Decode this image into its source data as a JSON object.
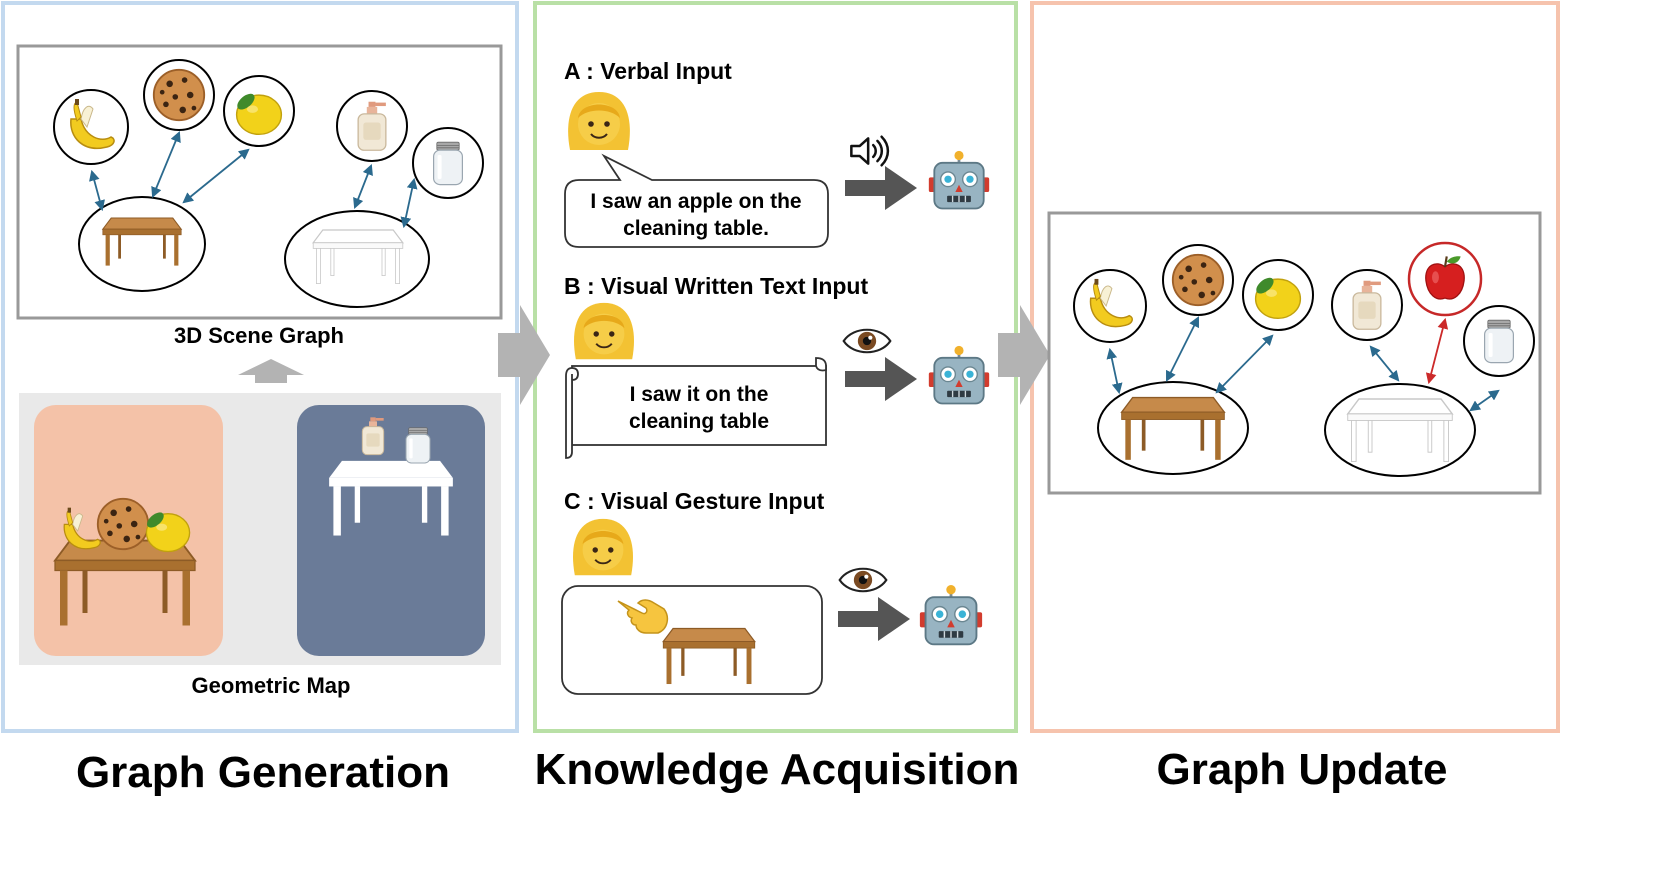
{
  "panels": {
    "graph_generation": {
      "title": "Graph Generation",
      "scene_graph_label": "3D Scene Graph",
      "geometric_map_label": "Geometric Map"
    },
    "knowledge_acquisition": {
      "title": "Knowledge Acquisition",
      "verbal": {
        "label": "A : Verbal Input",
        "line1": "I saw an apple on the",
        "line2": "cleaning table."
      },
      "written": {
        "label": "B : Visual Written Text Input",
        "line1": "I saw it on the",
        "line2": "cleaning table"
      },
      "gesture": {
        "label": "C : Visual Gesture Input"
      }
    },
    "graph_update": {
      "title": "Graph Update"
    }
  },
  "colors": {
    "graph_generation_border": "#c3d9ef",
    "knowledge_acquisition_border": "#b9e0a6",
    "graph_update_border": "#f6c3ad",
    "flow_arrow": "#b3b3b3",
    "edge": "#2b6a8e",
    "new_edge": "#cc2a2a",
    "cookie_room": "#f4c2a8",
    "jar_room": "#6a7b98",
    "map_background": "#e9e9e9"
  },
  "icons": [
    "banana-icon",
    "cookie-icon",
    "lemon-icon",
    "lotion-icon",
    "jar-icon",
    "apple-icon",
    "wood-table-icon",
    "white-table-icon",
    "woman-icon",
    "speaker-icon",
    "eye-icon",
    "robot-icon",
    "pointing-hand-icon"
  ]
}
